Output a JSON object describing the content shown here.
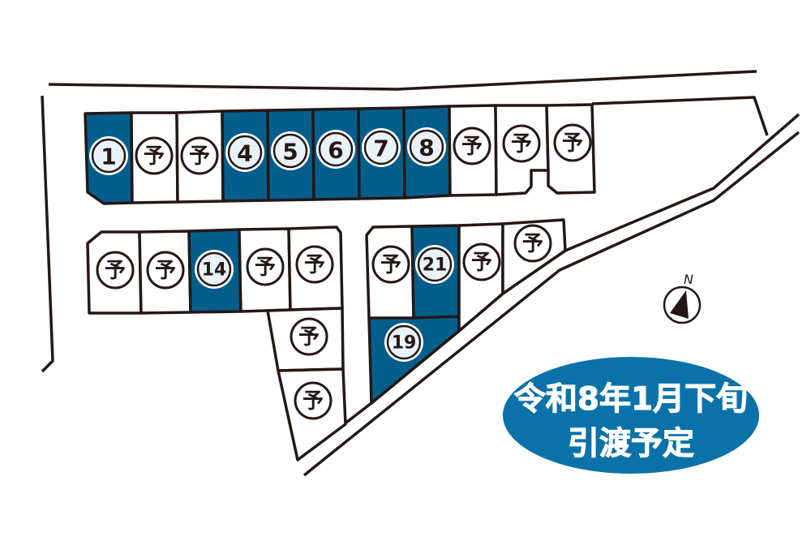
{
  "colors": {
    "available": "#045e8c",
    "reserved": "#ffffff",
    "banner": "#0a72a8",
    "ink": "#231815"
  },
  "reserved_mark": "予",
  "lots": [
    {
      "label": "1",
      "status": "available"
    },
    {
      "label": "予",
      "status": "reserved"
    },
    {
      "label": "予",
      "status": "reserved"
    },
    {
      "label": "4",
      "status": "available"
    },
    {
      "label": "5",
      "status": "available"
    },
    {
      "label": "6",
      "status": "available"
    },
    {
      "label": "7",
      "status": "available"
    },
    {
      "label": "8",
      "status": "available"
    },
    {
      "label": "予",
      "status": "reserved"
    },
    {
      "label": "予",
      "status": "reserved"
    },
    {
      "label": "予",
      "status": "reserved"
    },
    {
      "label": "予",
      "status": "reserved"
    },
    {
      "label": "予",
      "status": "reserved"
    },
    {
      "label": "14",
      "status": "available"
    },
    {
      "label": "予",
      "status": "reserved"
    },
    {
      "label": "予",
      "status": "reserved"
    },
    {
      "label": "予",
      "status": "reserved"
    },
    {
      "label": "予",
      "status": "reserved"
    },
    {
      "label": "19",
      "status": "available"
    },
    {
      "label": "予",
      "status": "reserved"
    },
    {
      "label": "21",
      "status": "available"
    },
    {
      "label": "予",
      "status": "reserved"
    },
    {
      "label": "予",
      "status": "reserved"
    }
  ],
  "compass": {
    "label": "N"
  },
  "banner": {
    "line1": "令和8年1月下旬",
    "line2": "引渡予定"
  }
}
